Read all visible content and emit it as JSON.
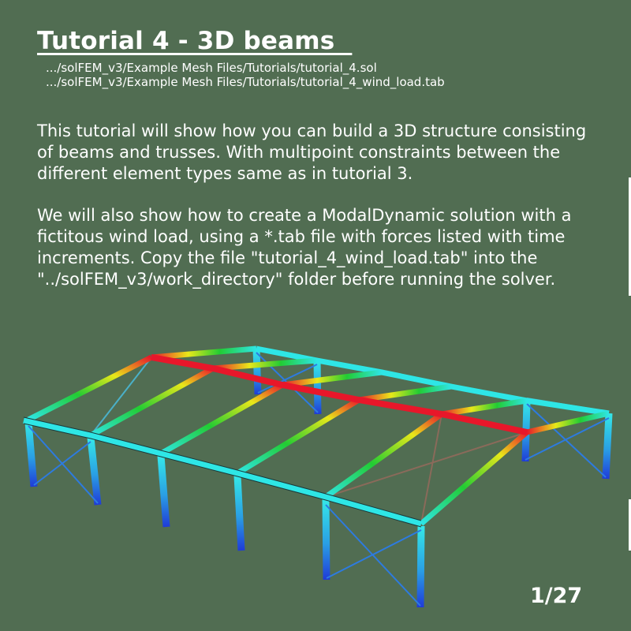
{
  "slide": {
    "title": "Tutorial 4 - 3D beams  ",
    "file_paths": [
      ".../solFEM_v3/Example Mesh Files/Tutorials/tutorial_4.sol",
      ".../solFEM_v3/Example Mesh Files/Tutorials/tutorial_4_wind_load.tab"
    ],
    "paragraphs": [
      "This tutorial will show how you can build a 3D structure consisting of beams and trusses. With multipoint constraints between the different element types same as in tutorial 3.",
      "We will also show how to create a ModalDynamic solution with a fictitous wind load, using a *.tab file with forces listed with time increments. Copy the file \"tutorial_4_wind_load.tab\" into the \"../solFEM_v3/work_directory\" folder before running the solver."
    ],
    "page_counter": "1/27"
  },
  "colors": {
    "background": "#516d52",
    "text": "#ffffff",
    "beam_low": "#1f3bd8",
    "beam_mid": "#2ee6e6",
    "beam_green": "#22cc33",
    "beam_yellow": "#e8e81a",
    "beam_high": "#e8172a"
  }
}
